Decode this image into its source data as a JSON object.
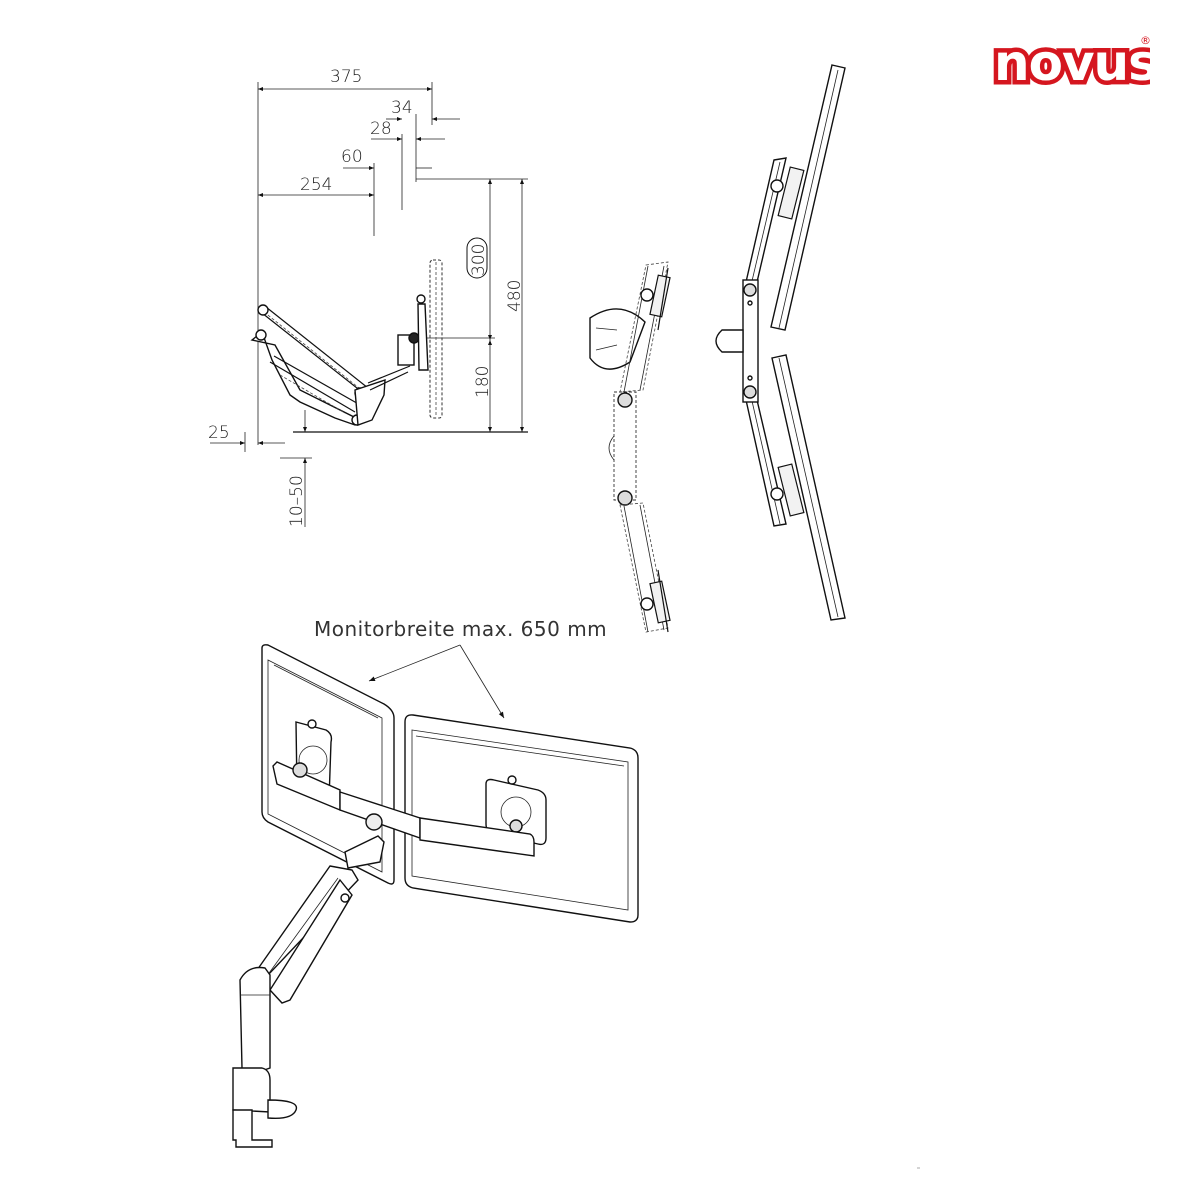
{
  "brand": {
    "logo_text": "novus",
    "registered_mark": "®",
    "color": "#d5161f"
  },
  "side_view": {
    "dimensions": {
      "total_reach": "375",
      "offset_34": "34",
      "offset_28": "28",
      "offset_60": "60",
      "reach_254": "254",
      "height_300": "300",
      "height_480": "480",
      "height_180": "180",
      "offset_25": "25",
      "desk_thickness": "10–50"
    }
  },
  "top_views": {
    "view_a": "dual-arm-top-view-curved",
    "view_b": "dual-monitor-top-view-angled"
  },
  "perspective_view": {
    "caption": "Monitorbreite max. 650 mm"
  },
  "colors": {
    "line": "#111111",
    "background": "#ffffff",
    "brand_red": "#d5161f"
  }
}
